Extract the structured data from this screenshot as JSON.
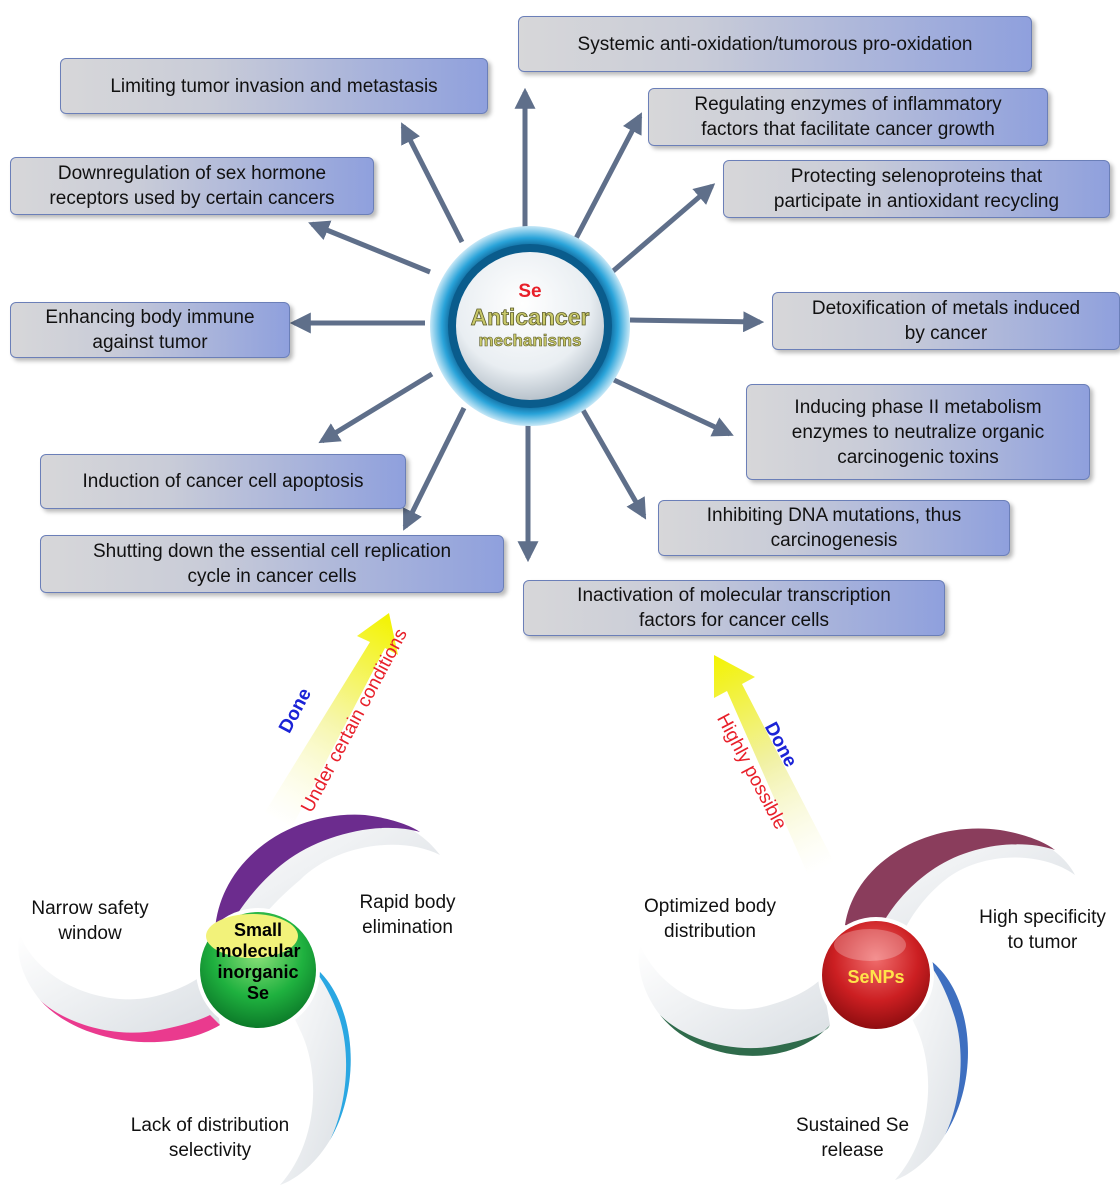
{
  "center": {
    "element": "Se",
    "title": "Anticancer",
    "subtitle": "mechanisms"
  },
  "mechanisms": [
    {
      "id": "m1",
      "text": "Systemic anti-oxidation/tumorous pro-oxidation"
    },
    {
      "id": "m2",
      "text": "Limiting tumor invasion and metastasis"
    },
    {
      "id": "m3",
      "text": "Regulating enzymes of inflammatory\nfactors that facilitate cancer growth"
    },
    {
      "id": "m4",
      "text": "Downregulation of sex hormone\nreceptors used by certain cancers"
    },
    {
      "id": "m5",
      "text": "Protecting selenoproteins that\nparticipate in antioxidant recycling"
    },
    {
      "id": "m6",
      "text": "Enhancing body immune\nagainst tumor"
    },
    {
      "id": "m7",
      "text": "Detoxification of metals induced\nby cancer"
    },
    {
      "id": "m8",
      "text": "Inducing phase II metabolism\nenzymes to neutralize organic\ncarcinogenic toxins"
    },
    {
      "id": "m9",
      "text": "Induction of cancer cell apoptosis"
    },
    {
      "id": "m10",
      "text": "Inhibiting DNA mutations, thus\ncarcinogenesis"
    },
    {
      "id": "m11",
      "text": "Shutting down the essential cell replication\ncycle in cancer cells"
    },
    {
      "id": "m12",
      "text": "Inactivation of molecular transcription\nfactors for cancer cells"
    }
  ],
  "left_arrow": {
    "done": "Done",
    "condition": "Under certain conditions"
  },
  "right_arrow": {
    "done": "Done",
    "condition": "Highly possible"
  },
  "left_pinwheel": {
    "center_label": "Small\nmolecular\ninorganic\nSe",
    "labels": {
      "top_left": "Narrow safety\nwindow",
      "top_right": "Rapid body\nelimination",
      "bottom": "Lack of distribution\nselectivity"
    }
  },
  "right_pinwheel": {
    "center_label": "SeNPs",
    "labels": {
      "top_left": "Optimized body\ndistribution",
      "top_right": "High specificity\nto tumor",
      "bottom": "Sustained Se\nrelease"
    }
  },
  "colors": {
    "arrow": "#5f6f8a",
    "box_border": "#6b7fb8",
    "red_text": "#e8202a",
    "blue_text": "#1b23d6",
    "ring_outer": "#1f8fc6",
    "left_center": "#12a53a",
    "right_center": "#c3161d"
  }
}
